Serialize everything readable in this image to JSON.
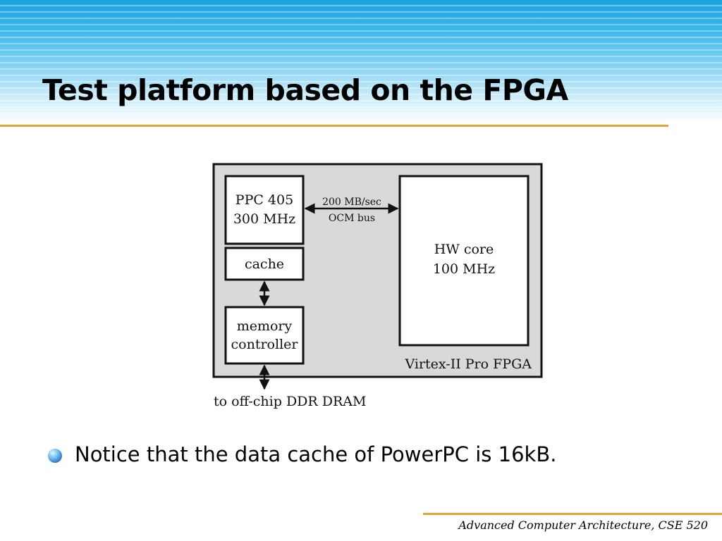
{
  "slide": {
    "title": "Test platform based on the FPGA",
    "bullet": "Notice that the data cache of PowerPC is 16kB.",
    "footer": "Advanced Computer Architecture, CSE 520"
  },
  "diagram": {
    "fpga_label": "Virtex-II Pro FPGA",
    "ppc": {
      "line1": "PPC 405",
      "line2": "300 MHz"
    },
    "cache": "cache",
    "memory_controller": {
      "line1": "memory",
      "line2": "controller"
    },
    "hw_core": {
      "line1": "HW core",
      "line2": "100 MHz"
    },
    "bus": {
      "line1": "200 MB/sec",
      "line2": "OCM bus"
    },
    "dram": "to off-chip DDR DRAM"
  },
  "colors": {
    "accent_rule": "#e8a33a",
    "fpga_fill": "#d9d9d9",
    "header_blue": "#1aa3e0"
  }
}
